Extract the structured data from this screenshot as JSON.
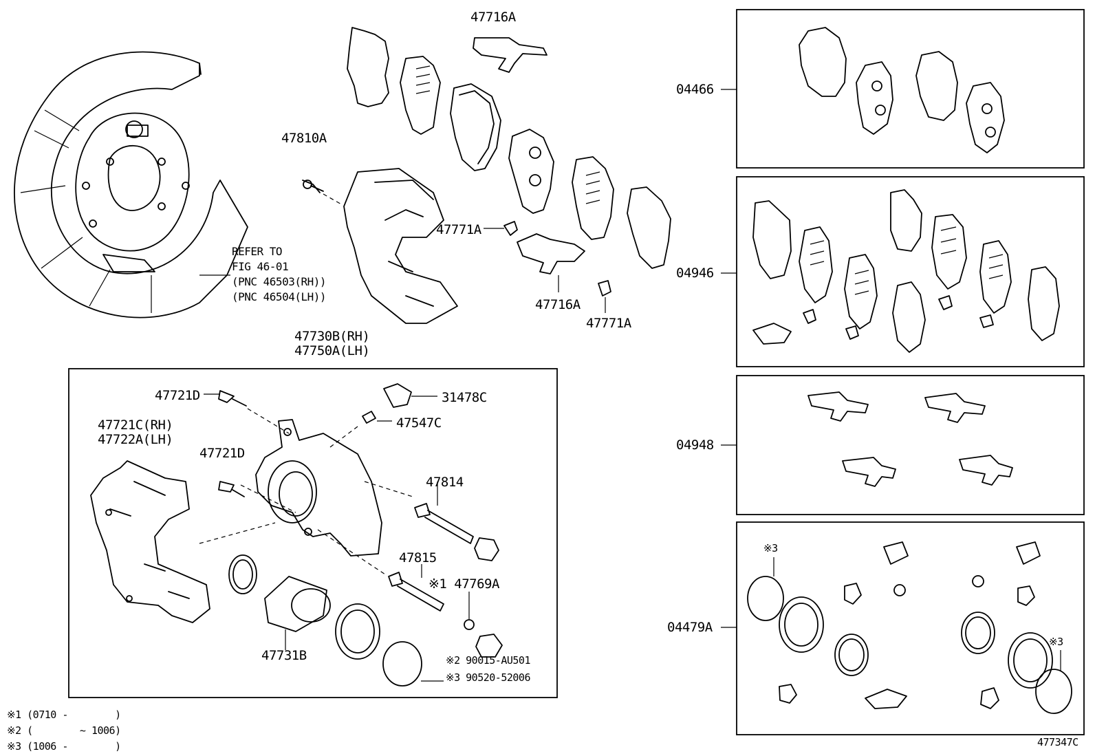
{
  "labels": {
    "p47716A_top": "47716A",
    "p47810A": "47810A",
    "refer_line1": "REFER TO",
    "refer_line2": "FIG 46-01",
    "refer_line3": "(PNC 46503(RH))",
    "refer_line4": "(PNC 46504(LH))",
    "p47771A_left": "47771A",
    "p47716A_mid": "47716A",
    "p47771A_right": "47771A",
    "p47730B": "47730B(RH)",
    "p47750A": "47750A(LH)",
    "p47721D_top": "47721D",
    "p31478C": "31478C",
    "p47547C": "47547C",
    "p47721C": "47721C(RH)",
    "p47722A": "47722A(LH)",
    "p47721D_mid": "47721D",
    "p47814": "47814",
    "p47815": "47815",
    "p47769A": "※1 47769A",
    "p47731B": "47731B",
    "p90015": "※2 90015-AU501",
    "p90520": "※3 90520-52006",
    "kit_04466": "04466",
    "kit_04946": "04946",
    "kit_04948": "04948",
    "kit_04479A": "04479A",
    "note3_kit_left": "※3",
    "note3_kit_right": "※3"
  },
  "footnotes": [
    "※1 (0710 -        )",
    "※2 (        ~ 1006)",
    "※3 (1006 -        )"
  ],
  "figure_id": "477347C"
}
